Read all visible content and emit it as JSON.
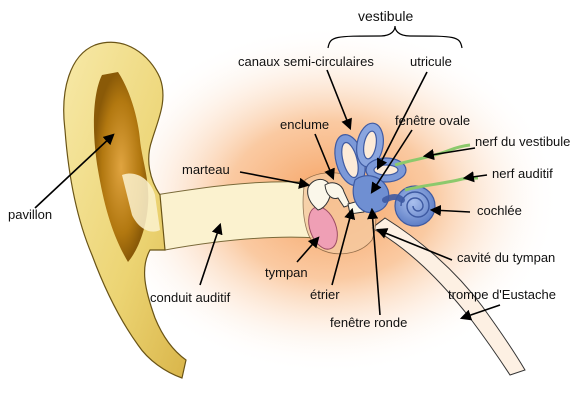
{
  "labels": {
    "vestibule": "vestibule",
    "canaux": "canaux semi-circulaires",
    "utricule": "utricule",
    "enclume": "enclume",
    "fenetre_ovale": "fenêtre ovale",
    "nerf_vestibule": "nerf du vestibule",
    "nerf_auditif": "nerf auditif",
    "marteau": "marteau",
    "cochlee": "cochlée",
    "pavillon": "pavillon",
    "cavite": "cavité du tympan",
    "tympan": "tympan",
    "conduit": "conduit auditif",
    "trompe": "trompe d'Eustache",
    "etrier": "étrier",
    "fenetre_ronde": "fenêtre ronde"
  },
  "colors": {
    "outer_ear": "#f3df8a",
    "outer_ear_shadow": "#b07a14",
    "canal": "#fbf3d3",
    "glow": "#f7a75e",
    "inner_ear": "#7c99d8",
    "inner_ear_dark": "#4a66ad",
    "tympan": "#ee9fb4",
    "nerve": "#9ed17f",
    "arrow": "#000000"
  }
}
